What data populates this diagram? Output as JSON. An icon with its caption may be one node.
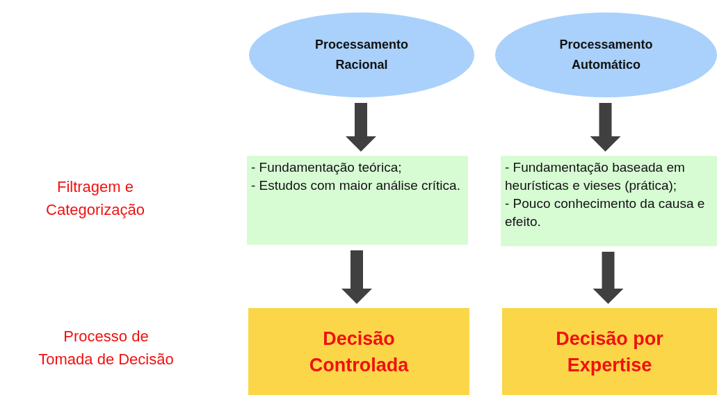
{
  "diagram": {
    "nodes": [
      {
        "text": [
          "Processamento Racional"
        ]
      },
      {
        "text": [
          "Processamento Automático"
        ]
      },
      {
        "text": [
          "- Fundamentação teórica;",
          "- Estudos com maior análise crítica."
        ]
      },
      {
        "text": [
          "- Fundamentação baseada em heurísticas e vieses (prática);",
          "- Pouco conhecimento da causa e efeito."
        ]
      },
      {
        "text": [
          "Decisão Controlada"
        ]
      },
      {
        "text": [
          "Decisão por Expertise"
        ]
      }
    ],
    "edges": [
      {
        "from": 0,
        "to": 2,
        "arrow": "to",
        "style": "thick"
      },
      {
        "from": 1,
        "to": 3,
        "arrow": "to",
        "style": "thick"
      },
      {
        "from": 2,
        "to": 4,
        "arrow": "to",
        "style": "thick"
      },
      {
        "from": 3,
        "to": 5,
        "arrow": "to",
        "style": "thick"
      }
    ],
    "labels": [
      "Filtragem e Categorização",
      "Processo de Tomada de Decisão"
    ]
  }
}
